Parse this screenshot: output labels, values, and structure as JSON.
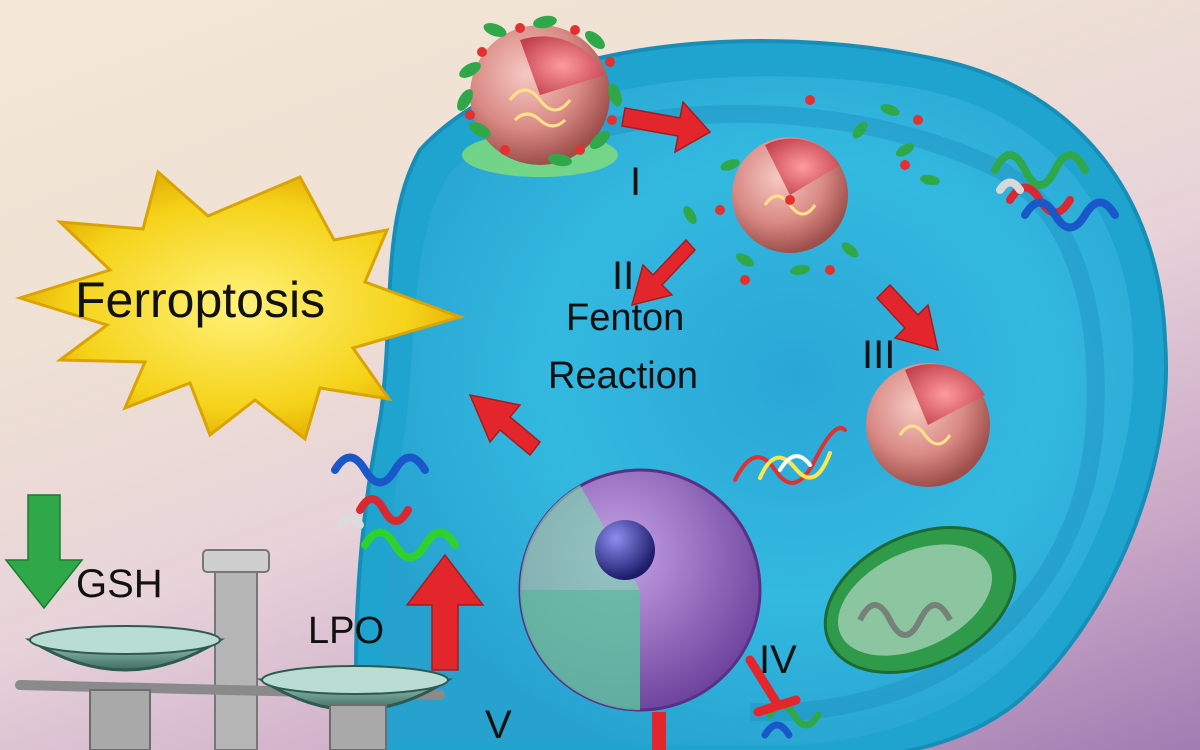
{
  "labels": {
    "ferroptosis": "Ferroptosis",
    "fenton_line1": "Fenton",
    "fenton_line2": "Reaction",
    "gsh": "GSH",
    "lpo": "LPO",
    "steps": {
      "s1": "I",
      "s2": "II",
      "s3": "III",
      "s4": "IV",
      "s5": "V"
    }
  },
  "colors": {
    "cytoplasm": "#33b9e0",
    "membrane": "#1fa3cf",
    "burst": "#f5d31a",
    "arrow_red": "#e3262b",
    "arrow_green": "#2fa84a",
    "nanoparticle": "#d98a85",
    "nucleus": "#7d4fb0",
    "mitochondrion": "#2f9a4a"
  }
}
